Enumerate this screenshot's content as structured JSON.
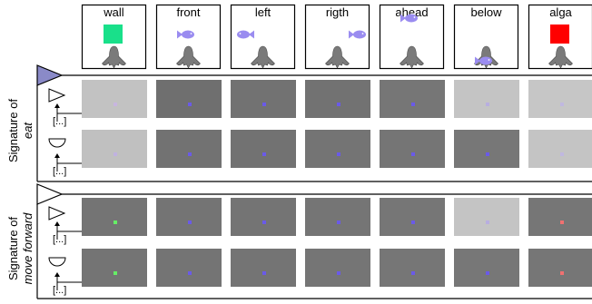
{
  "columns": [
    {
      "label": "wall",
      "object": "wall"
    },
    {
      "label": "front",
      "object": "fish"
    },
    {
      "label": "left",
      "object": "fish"
    },
    {
      "label": "rigth",
      "object": "fish"
    },
    {
      "label": "ahead",
      "object": "fish"
    },
    {
      "label": "below",
      "object": "fish"
    },
    {
      "label": "alga",
      "object": "alga"
    }
  ],
  "sections": [
    {
      "title_line1": "Signature of",
      "title_line2": "eat",
      "header_icon": "filled-triangle-icon",
      "rows": [
        {
          "icon": "triangle-icon",
          "ellipsis": "[...]",
          "cells": [
            {
              "bg": "#c2c2c2",
              "dot": "#c8b6e0"
            },
            {
              "bg": "#6f6f6f",
              "dot": "#6a5ae8"
            },
            {
              "bg": "#727272",
              "dot": "#6a5ae8"
            },
            {
              "bg": "#727272",
              "dot": "#6a5ae8"
            },
            {
              "bg": "#767676",
              "dot": "#6a5ae8"
            },
            {
              "bg": "#c4c4c4",
              "dot": "#b8aee0"
            },
            {
              "bg": "#c6c6c6",
              "dot": "#c0b8e0"
            }
          ]
        },
        {
          "icon": "half-circle-icon",
          "ellipsis": "[...]",
          "cells": [
            {
              "bg": "#c0c0c0",
              "dot": "#c0b2e0"
            },
            {
              "bg": "#727272",
              "dot": "#6a5ae8"
            },
            {
              "bg": "#727272",
              "dot": "#6a5ae8"
            },
            {
              "bg": "#747474",
              "dot": "#6a5ae8"
            },
            {
              "bg": "#757575",
              "dot": "#6a5ae8"
            },
            {
              "bg": "#777777",
              "dot": "#6a5ae8"
            },
            {
              "bg": "#c4c4c4",
              "dot": "#c0b8e0"
            }
          ]
        }
      ]
    },
    {
      "title_line1": "Signature of",
      "title_line2": "move forward",
      "header_icon": "outline-triangle-icon",
      "rows": [
        {
          "icon": "triangle-icon",
          "ellipsis": "[...]",
          "cells": [
            {
              "bg": "#747474",
              "dot": "#66ee66"
            },
            {
              "bg": "#747474",
              "dot": "#6a5ae8"
            },
            {
              "bg": "#747474",
              "dot": "#6a5ae8"
            },
            {
              "bg": "#757575",
              "dot": "#6a5ae8"
            },
            {
              "bg": "#767676",
              "dot": "#6a5ae8"
            },
            {
              "bg": "#c4c4c4",
              "dot": "#b8aee0"
            },
            {
              "bg": "#767676",
              "dot": "#f07070"
            }
          ]
        },
        {
          "icon": "half-circle-icon",
          "ellipsis": "[...]",
          "cells": [
            {
              "bg": "#747474",
              "dot": "#66ee66"
            },
            {
              "bg": "#747474",
              "dot": "#6a5ae8"
            },
            {
              "bg": "#747474",
              "dot": "#6a5ae8"
            },
            {
              "bg": "#757575",
              "dot": "#6a5ae8"
            },
            {
              "bg": "#767676",
              "dot": "#6a5ae8"
            },
            {
              "bg": "#777777",
              "dot": "#6a5ae8"
            },
            {
              "bg": "#767676",
              "dot": "#f07070"
            }
          ]
        }
      ]
    }
  ],
  "colors": {
    "wall": "#19e08a",
    "fish": "#9a8cf0",
    "alga": "#ff0000",
    "agent": "#7a7a7a",
    "eat_triangle": "#8a8ac8"
  }
}
